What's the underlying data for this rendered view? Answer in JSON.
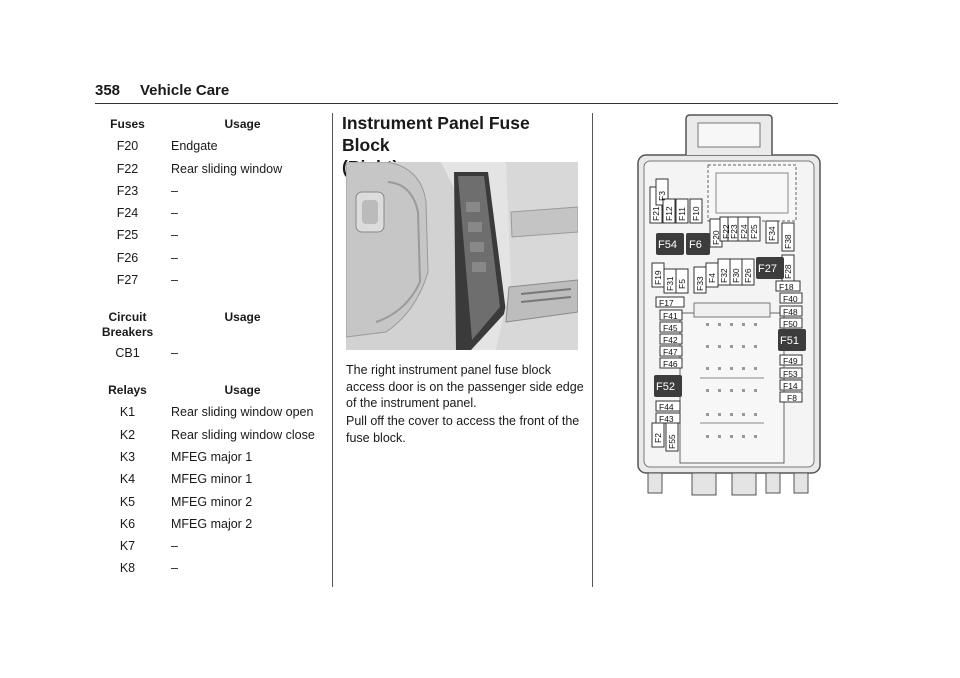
{
  "header": {
    "page_number": "358",
    "section": "Vehicle Care"
  },
  "fuses_table": {
    "col_code": "Fuses",
    "col_usage": "Usage",
    "rows": [
      {
        "code": "F20",
        "usage": "Endgate"
      },
      {
        "code": "F22",
        "usage": "Rear sliding window"
      },
      {
        "code": "F23",
        "usage": "–"
      },
      {
        "code": "F24",
        "usage": "–"
      },
      {
        "code": "F25",
        "usage": "–"
      },
      {
        "code": "F26",
        "usage": "–"
      },
      {
        "code": "F27",
        "usage": "–"
      }
    ]
  },
  "breakers_table": {
    "col_code_line1": "Circuit",
    "col_code_line2": "Breakers",
    "col_usage": "Usage",
    "rows": [
      {
        "code": "CB1",
        "usage": "–"
      }
    ]
  },
  "relays_table": {
    "col_code": "Relays",
    "col_usage": "Usage",
    "rows": [
      {
        "code": "K1",
        "usage": "Rear sliding window open"
      },
      {
        "code": "K2",
        "usage": "Rear sliding window close"
      },
      {
        "code": "K3",
        "usage": "MFEG major 1"
      },
      {
        "code": "K4",
        "usage": "MFEG minor 1"
      },
      {
        "code": "K5",
        "usage": "MFEG minor 2"
      },
      {
        "code": "K6",
        "usage": "MFEG major 2"
      },
      {
        "code": "K7",
        "usage": "–"
      },
      {
        "code": "K8",
        "usage": "–"
      }
    ]
  },
  "section": {
    "title_line1": "Instrument Panel Fuse Block",
    "title_line2": "(Right)",
    "paragraph1": "The right instrument panel fuse block access door is on the passenger side edge of the instrument panel.",
    "paragraph2": "Pull off the cover to access the front of the fuse block."
  },
  "diagram": {
    "labels": {
      "F21": "F21",
      "F3": "F3",
      "F12": "F12",
      "F11": "F11",
      "F10": "F10",
      "F20": "F20",
      "F22": "F22",
      "F23": "F23",
      "F24": "F24",
      "F25": "F25",
      "F34": "F34",
      "F38": "F38",
      "F54": "F54",
      "F6": "F6",
      "F19": "F19",
      "F31": "F31",
      "F5": "F5",
      "F33": "F33",
      "F4": "F4",
      "F32": "F32",
      "F30": "F30",
      "F26": "F26",
      "F27": "F27",
      "F28": "F28",
      "F18": "F18",
      "F17": "F17",
      "F40": "F40",
      "F48": "F48",
      "F41": "F41",
      "F50": "F50",
      "F45": "F45",
      "F42": "F42",
      "F47": "F47",
      "F46": "F46",
      "F51": "F51",
      "F49": "F49",
      "F53": "F53",
      "F14": "F14",
      "F8": "F8",
      "F52": "F52",
      "F44": "F44",
      "F43": "F43",
      "F2": "F2",
      "F55": "F55"
    }
  }
}
